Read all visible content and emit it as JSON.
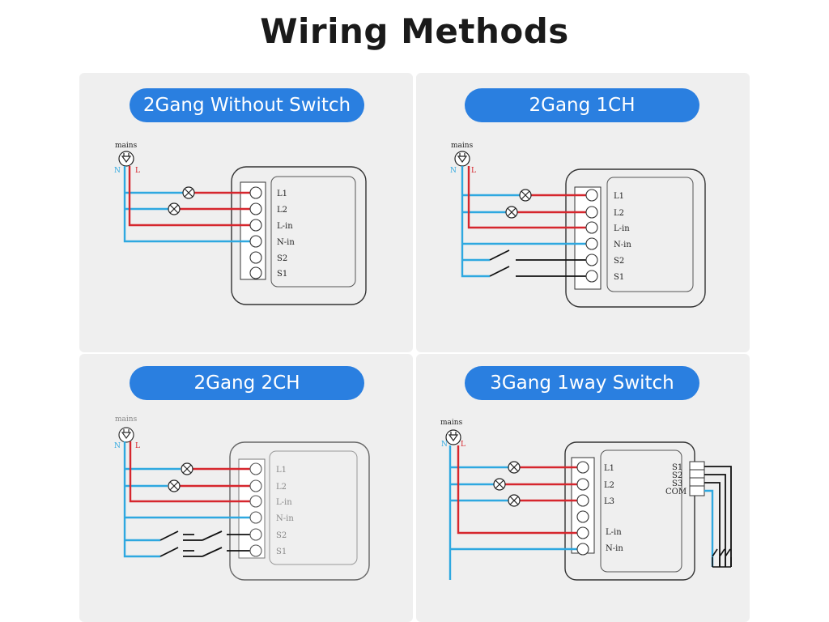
{
  "title": "Wiring Methods",
  "panels": [
    {
      "heading": "2Gang Without Switch",
      "mains": "mains",
      "n": "N",
      "l": "L",
      "terminals": [
        "L1",
        "L2",
        "L-in",
        "N-in",
        "S2",
        "S1"
      ]
    },
    {
      "heading": "2Gang 1CH",
      "mains": "mains",
      "n": "N",
      "l": "L",
      "terminals": [
        "L1",
        "L2",
        "L-in",
        "N-in",
        "S2",
        "S1"
      ]
    },
    {
      "heading": "2Gang 2CH",
      "mains": "mains",
      "n": "N",
      "l": "L",
      "terminals": [
        "L1",
        "L2",
        "L-in",
        "N-in",
        "S2",
        "S1"
      ]
    },
    {
      "heading": "3Gang 1way Switch",
      "mains": "mains",
      "n": "N",
      "l": "L",
      "terminals": [
        "L1",
        "L2",
        "L3",
        "L-in",
        "N-in"
      ],
      "switch_terminals": [
        "S1",
        "S2",
        "S3",
        "COM"
      ]
    }
  ],
  "colors": {
    "live": "#d6262d",
    "neutral": "#2ea8e0",
    "switch": "#111111",
    "pill": "#2a7fe0"
  }
}
